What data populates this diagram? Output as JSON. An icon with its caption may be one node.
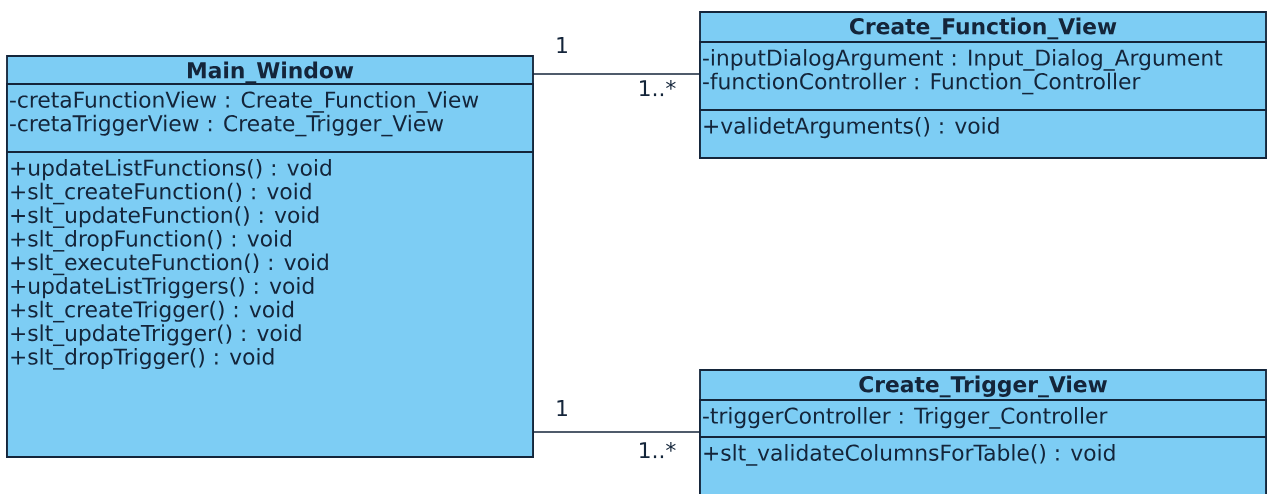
{
  "diagram": {
    "nodes": [
      {
        "text": [
          "Main_Window"
        ]
      },
      {
        "text": [
          "-cretaFunctionView : Create_Function_View",
          "-cretaTriggerView : Create_Trigger_View"
        ],
        "in": 0
      },
      {
        "text": [
          "+updateListFunctions() : void",
          "+slt_createFunction() : void",
          "+slt_updateFunction() : void",
          "+slt_dropFunction() : void",
          "+slt_executeFunction() : void",
          "+updateListTriggers() : void",
          "+slt_createTrigger() : void",
          "+slt_updateTrigger() : void",
          "+slt_dropTrigger() : void"
        ],
        "in": 0
      },
      {
        "text": [
          "Create_Function_View"
        ]
      },
      {
        "text": [
          "-inputDialogArgument : Input_Dialog_Argument",
          "-functionController : Function_Controller"
        ],
        "in": 3
      },
      {
        "text": [
          "+validetArguments() : void"
        ],
        "in": 3
      },
      {
        "text": [
          "Create_Trigger_View"
        ]
      },
      {
        "text": [
          "-triggerController : Trigger_Controller"
        ],
        "in": 6
      },
      {
        "text": [
          "+slt_validateColumnsForTable() : void"
        ],
        "in": 6
      }
    ],
    "edges": [
      {
        "from": 0,
        "to": 3,
        "arrow": "none"
      },
      {
        "from": 0,
        "to": 6,
        "arrow": "none"
      }
    ],
    "labels": [
      "1",
      "1..*",
      "1",
      "1..*"
    ]
  }
}
